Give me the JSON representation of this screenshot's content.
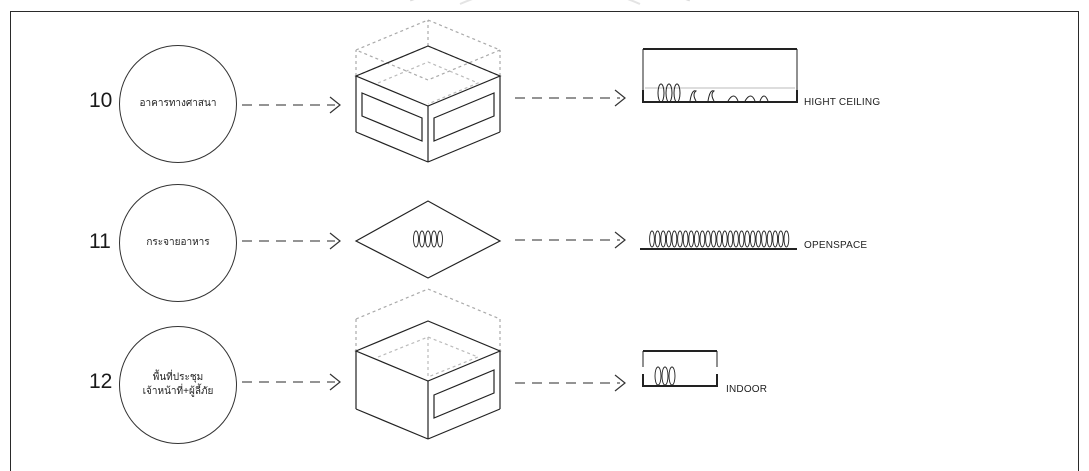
{
  "rows": [
    {
      "number": "10",
      "activity": "อาคารทางศาสนา",
      "output": "HIGHT CEILING"
    },
    {
      "number": "11",
      "activity": "กระจายอาหาร",
      "output": "OPENSPACE"
    },
    {
      "number": "12",
      "activity": "พื้นที่ประชุม\nเจ้าหน้าที่+ผู้ลี้ภัย",
      "output": "INDOOR"
    }
  ],
  "colors": {
    "line": "#222222",
    "dash": "#555555",
    "hidden": "#b0b0b0"
  }
}
